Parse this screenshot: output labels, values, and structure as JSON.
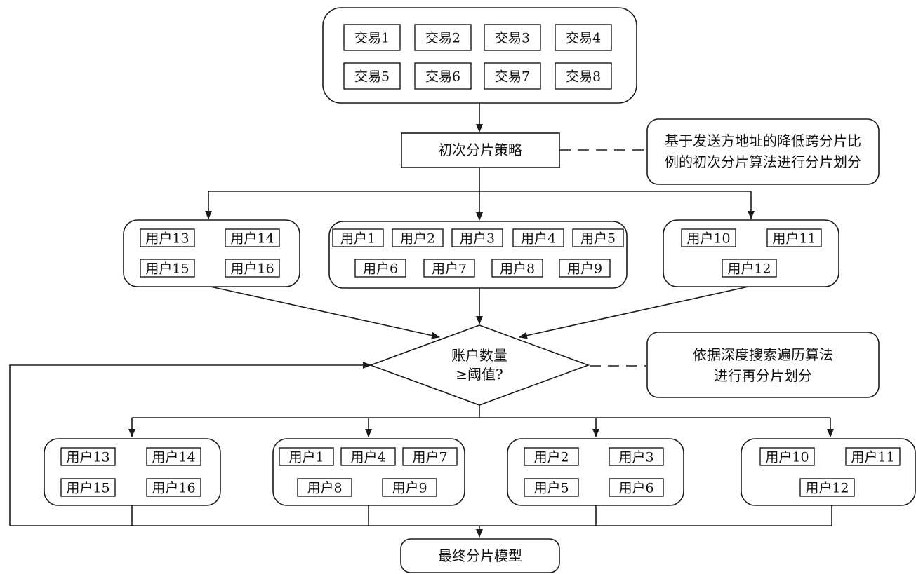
{
  "transactions": [
    "交易1",
    "交易2",
    "交易3",
    "交易4",
    "交易5",
    "交易6",
    "交易7",
    "交易8"
  ],
  "initial_strategy": "初次分片策略",
  "initial_note": [
    "基于发送方地址的降低跨分片比",
    "例的初次分片算法进行分片划分"
  ],
  "shards_initial": {
    "left": [
      "用户13",
      "用户14",
      "用户15",
      "用户16"
    ],
    "middle": [
      "用户1",
      "用户2",
      "用户3",
      "用户4",
      "用户5",
      "用户6",
      "用户7",
      "用户8",
      "用户9"
    ],
    "right": [
      "用户10",
      "用户11",
      "用户12"
    ]
  },
  "decision": [
    "账户数量",
    "≥阈值?"
  ],
  "decision_note": [
    "依据深度搜索遍历算法",
    "进行再分片划分"
  ],
  "shards_final": {
    "s1": [
      "用户13",
      "用户14",
      "用户15",
      "用户16"
    ],
    "s2": [
      "用户1",
      "用户4",
      "用户7",
      "用户8",
      "用户9"
    ],
    "s3": [
      "用户2",
      "用户3",
      "用户5",
      "用户6"
    ],
    "s4": [
      "用户10",
      "用户11",
      "用户12"
    ]
  },
  "final_model": "最终分片模型"
}
